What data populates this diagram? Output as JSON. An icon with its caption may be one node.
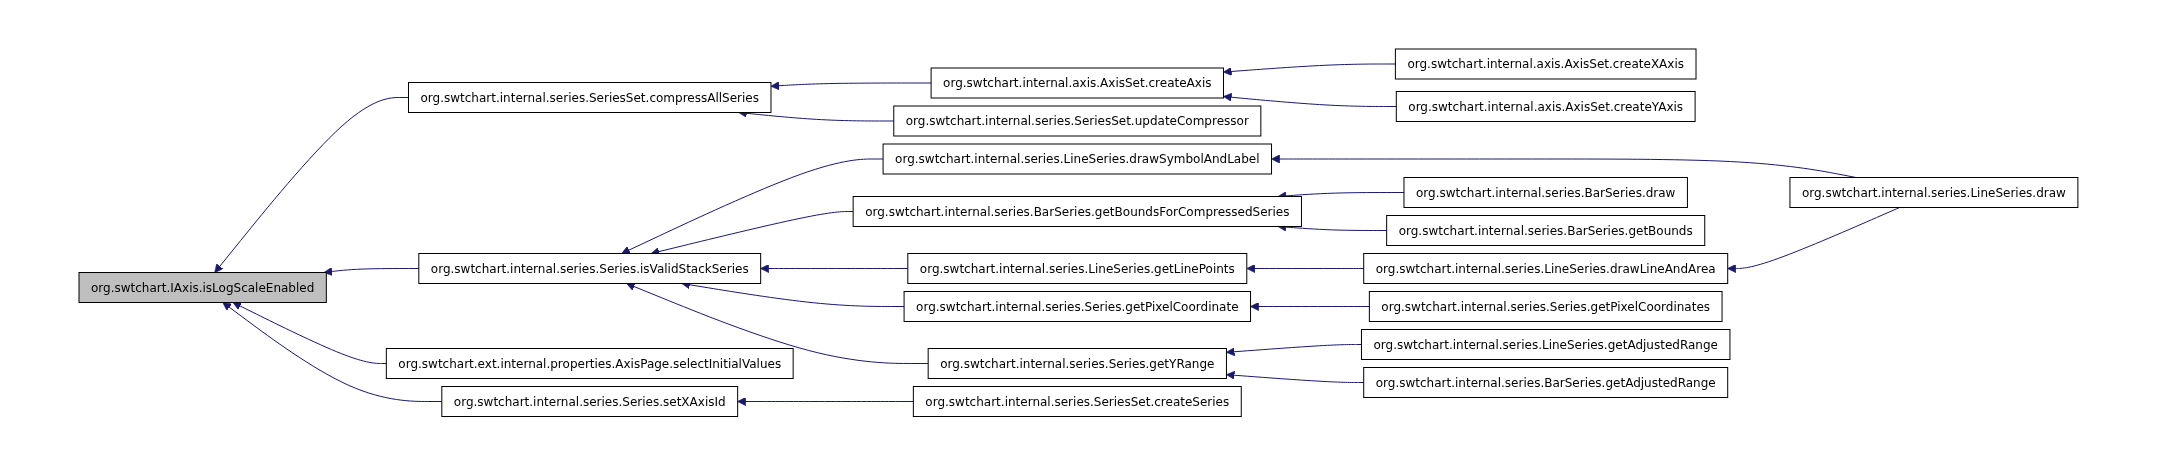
{
  "diagram": {
    "nodes": [
      {
        "text": [
          "org.swtchart.IAxis.isLogScaleEnabled"
        ]
      },
      {
        "text": [
          "org.swtchart.internal.series.SeriesSet.compressAllSeries"
        ]
      },
      {
        "text": [
          "org.swtchart.internal.series.Series.isValidStackSeries"
        ]
      },
      {
        "text": [
          "org.swtchart.ext.internal.properties.AxisPage.selectInitialValues"
        ]
      },
      {
        "text": [
          "org.swtchart.internal.series.Series.setXAxisId"
        ]
      },
      {
        "text": [
          "org.swtchart.internal.axis.AxisSet.createAxis"
        ]
      },
      {
        "text": [
          "org.swtchart.internal.series.SeriesSet.updateCompressor"
        ]
      },
      {
        "text": [
          "org.swtchart.internal.series.LineSeries.drawSymbolAndLabel"
        ]
      },
      {
        "text": [
          "org.swtchart.internal.series.BarSeries.getBoundsForCompressedSeries"
        ]
      },
      {
        "text": [
          "org.swtchart.internal.series.LineSeries.getLinePoints"
        ]
      },
      {
        "text": [
          "org.swtchart.internal.series.Series.getPixelCoordinate"
        ]
      },
      {
        "text": [
          "org.swtchart.internal.series.Series.getYRange"
        ]
      },
      {
        "text": [
          "org.swtchart.internal.series.SeriesSet.createSeries"
        ]
      },
      {
        "text": [
          "org.swtchart.internal.axis.AxisSet.createXAxis"
        ]
      },
      {
        "text": [
          "org.swtchart.internal.axis.AxisSet.createYAxis"
        ]
      },
      {
        "text": [
          "org.swtchart.internal.series.BarSeries.draw"
        ]
      },
      {
        "text": [
          "org.swtchart.internal.series.BarSeries.getBounds"
        ]
      },
      {
        "text": [
          "org.swtchart.internal.series.LineSeries.drawLineAndArea"
        ]
      },
      {
        "text": [
          "org.swtchart.internal.series.Series.getPixelCoordinates"
        ]
      },
      {
        "text": [
          "org.swtchart.internal.series.LineSeries.getAdjustedRange"
        ]
      },
      {
        "text": [
          "org.swtchart.internal.series.BarSeries.getAdjustedRange"
        ]
      },
      {
        "text": [
          "org.swtchart.internal.series.LineSeries.draw"
        ]
      }
    ],
    "edges": [
      {
        "from": 1,
        "to": 0,
        "arrow": "to"
      },
      {
        "from": 2,
        "to": 0,
        "arrow": "to"
      },
      {
        "from": 3,
        "to": 0,
        "arrow": "to"
      },
      {
        "from": 4,
        "to": 0,
        "arrow": "to"
      },
      {
        "from": 5,
        "to": 1,
        "arrow": "to"
      },
      {
        "from": 6,
        "to": 1,
        "arrow": "to"
      },
      {
        "from": 7,
        "to": 2,
        "arrow": "to"
      },
      {
        "from": 8,
        "to": 2,
        "arrow": "to"
      },
      {
        "from": 9,
        "to": 2,
        "arrow": "to"
      },
      {
        "from": 10,
        "to": 2,
        "arrow": "to"
      },
      {
        "from": 11,
        "to": 2,
        "arrow": "to"
      },
      {
        "from": 12,
        "to": 4,
        "arrow": "to"
      },
      {
        "from": 13,
        "to": 5,
        "arrow": "to"
      },
      {
        "from": 14,
        "to": 5,
        "arrow": "to"
      },
      {
        "from": 21,
        "to": 7,
        "arrow": "to"
      },
      {
        "from": 15,
        "to": 8,
        "arrow": "to"
      },
      {
        "from": 16,
        "to": 8,
        "arrow": "to"
      },
      {
        "from": 17,
        "to": 9,
        "arrow": "to"
      },
      {
        "from": 18,
        "to": 10,
        "arrow": "to"
      },
      {
        "from": 19,
        "to": 11,
        "arrow": "to"
      },
      {
        "from": 20,
        "to": 11,
        "arrow": "to"
      },
      {
        "from": 21,
        "to": 17,
        "arrow": "to"
      }
    ]
  }
}
